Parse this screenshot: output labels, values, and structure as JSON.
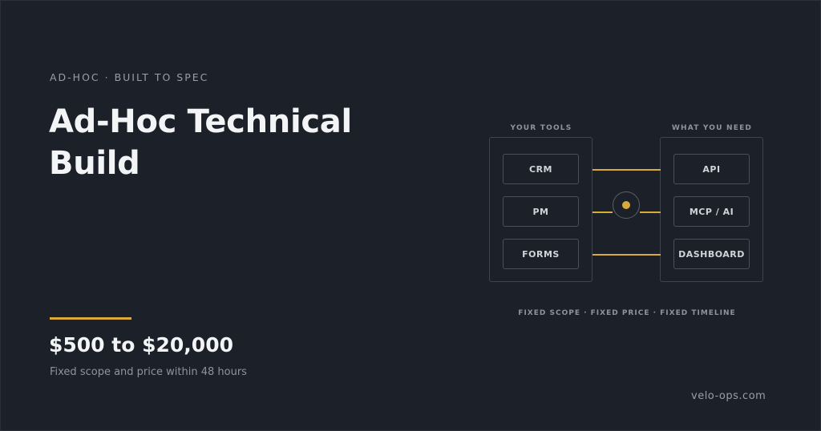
{
  "eyebrow": "AD-HOC · BUILT TO SPEC",
  "title": "Ad-Hoc Technical Build",
  "price": "$500 to $20,000",
  "price_sub": "Fixed scope and price within 48 hours",
  "domain": "velo-ops.com",
  "diagram": {
    "left_label": "YOUR TOOLS",
    "right_label": "WHAT YOU NEED",
    "left_items": [
      "CRM",
      "PM",
      "FORMS"
    ],
    "right_items": [
      "API",
      "MCP / AI",
      "DASHBOARD"
    ],
    "footer": "FIXED SCOPE · FIXED PRICE · FIXED TIMELINE"
  },
  "colors": {
    "background": "#1c2029",
    "accent": "#d9a93a",
    "text": "#f3f4f6",
    "muted": "#8f939b"
  }
}
